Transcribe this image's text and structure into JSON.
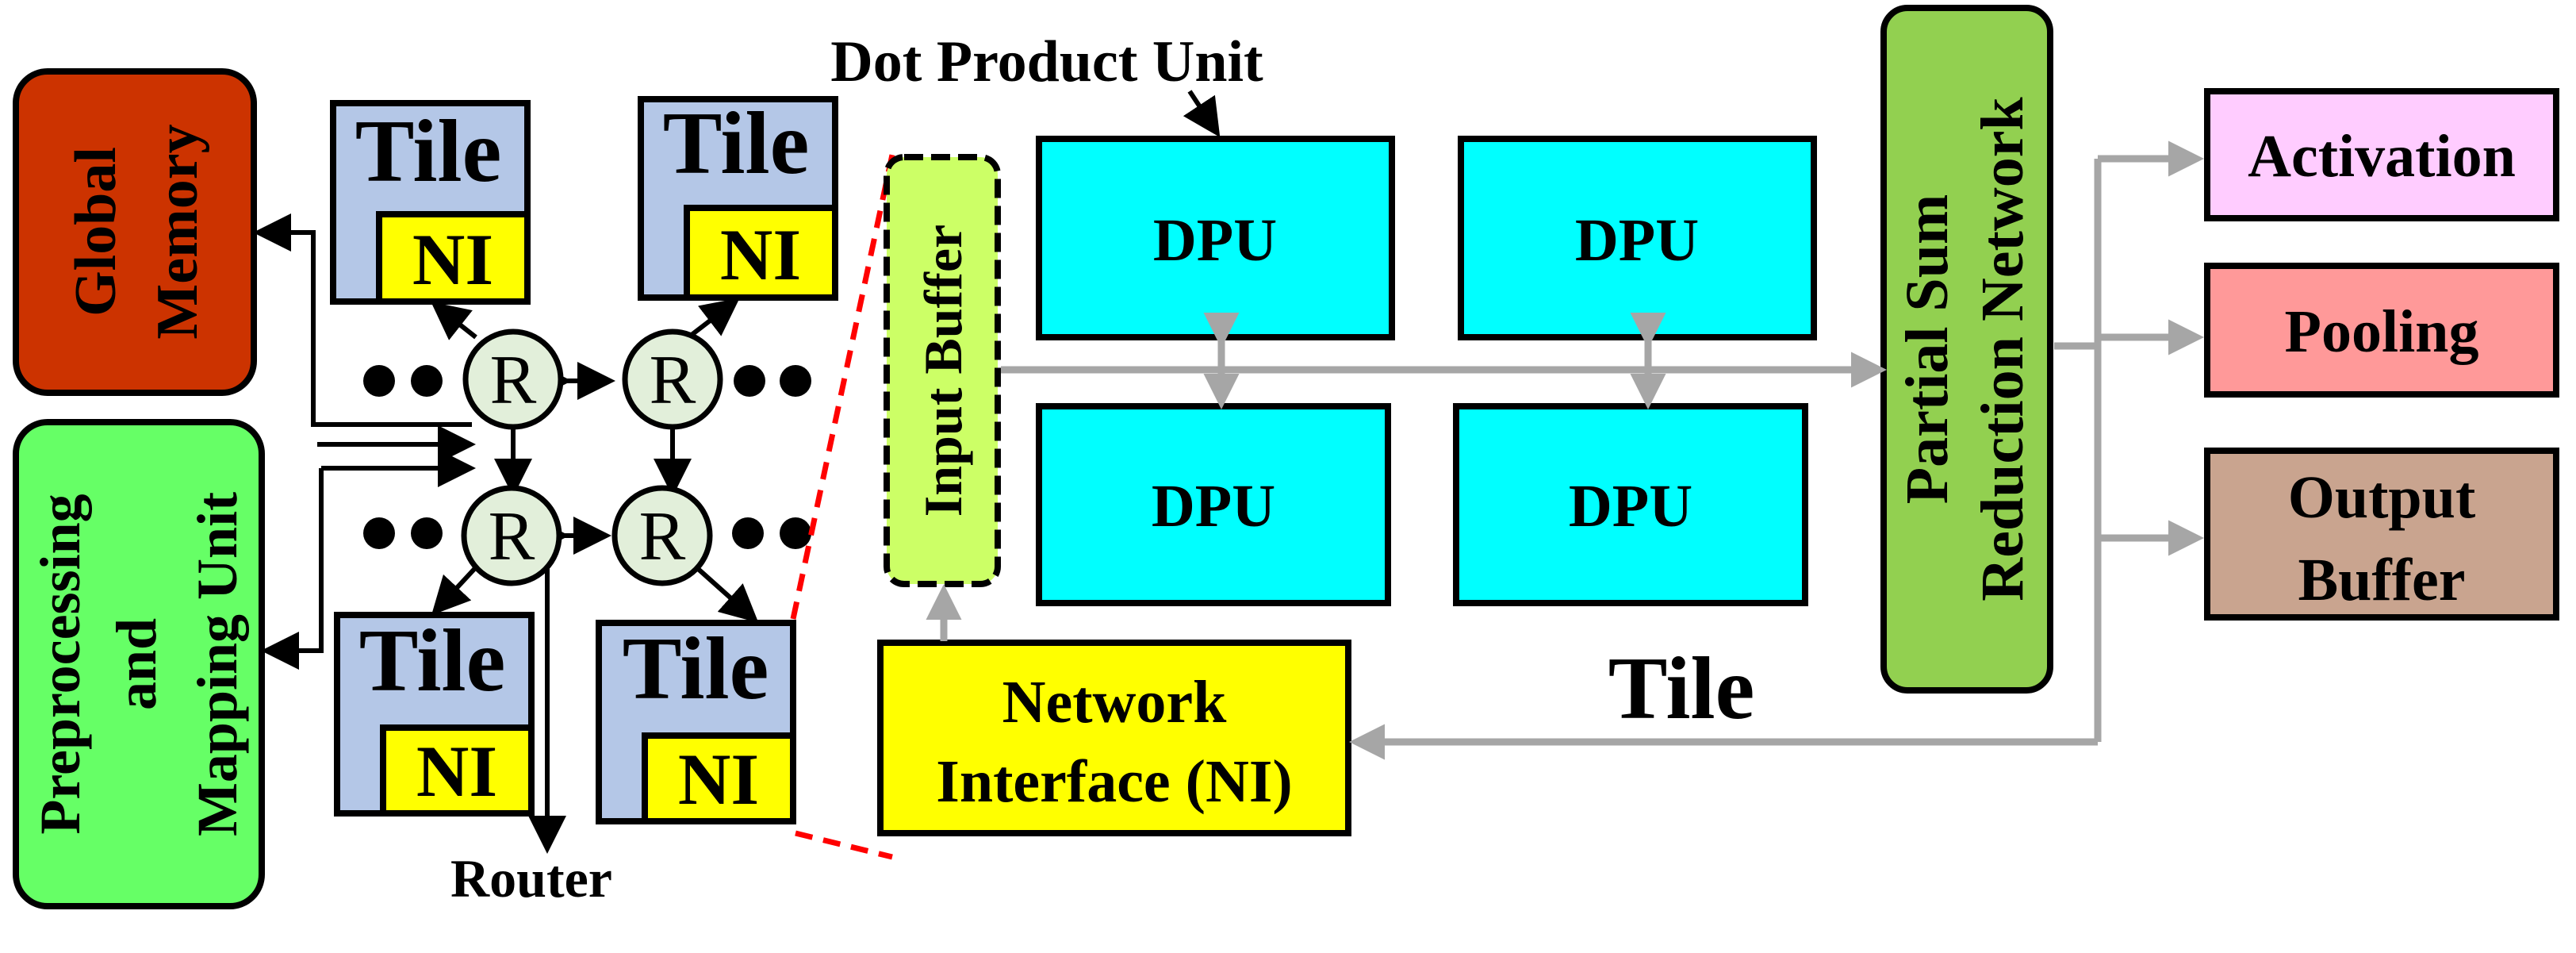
{
  "left": {
    "global_memory": [
      "Global",
      "Memory"
    ],
    "preprocessing": [
      "Preprocessing",
      "and",
      "Mapping Unit"
    ]
  },
  "noc": {
    "tile_label": "Tile",
    "ni_label": "NI",
    "router_label": "R",
    "router_caption": "Router"
  },
  "tile_detail": {
    "dot_product_caption": "Dot Product Unit",
    "input_buffer": "Input Buffer",
    "dpu_label": "DPU",
    "network_interface": [
      "Network",
      "Interface (NI)"
    ],
    "partial_sum": [
      "Partial Sum",
      "Reduction Network"
    ],
    "tile_caption": "Tile"
  },
  "outputs": {
    "activation": "Activation",
    "pooling": "Pooling",
    "output_buffer": [
      "Output",
      "Buffer"
    ]
  },
  "colors": {
    "global_memory": "#cc3300",
    "preprocessing": "#66ff66",
    "tile": "#b4c7e7",
    "ni": "#ffff00",
    "router": "#e2efda",
    "dpu": "#00ffff",
    "input_buffer": "#ccff66",
    "partial_sum": "#92d050",
    "activation": "#ffccff",
    "pooling": "#ff9999",
    "output_buffer": "#c9a48f",
    "gray_arrow": "#a6a6a6",
    "red_dash": "#ff0000"
  }
}
